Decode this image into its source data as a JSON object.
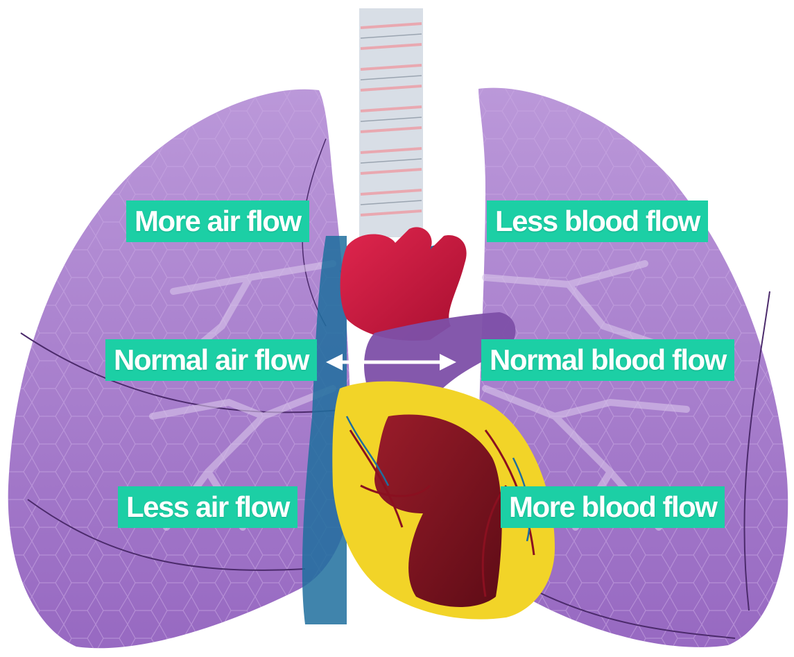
{
  "labels": {
    "left_top": "More air flow",
    "left_middle": "Normal air flow",
    "left_bottom": "Less air flow",
    "right_top": "Less blood flow",
    "right_middle": "Normal blood flow",
    "right_bottom": "More blood flow"
  },
  "colors": {
    "label_background": "#1ccfa5",
    "label_text": "#ffffff",
    "lung": "#9b6bc4",
    "aorta": "#c8143c",
    "vein": "#1f6e9e",
    "fat": "#f2d428",
    "myocardium": "#7a1420",
    "trachea": "#d8dee6",
    "arrow": "#ffffff"
  },
  "icons": [
    "lungs-illustration",
    "heart-illustration",
    "trachea-illustration",
    "double-headed-arrow-icon"
  ]
}
